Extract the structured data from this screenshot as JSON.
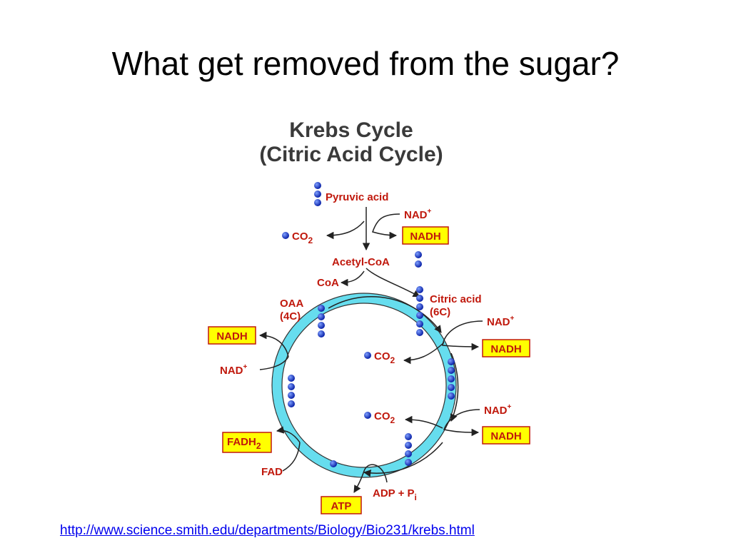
{
  "slide": {
    "title": "What get removed from the sugar?",
    "source_url": "http://www.science.smith.edu/departments/Biology/Bio231/krebs.html"
  },
  "diagram": {
    "title_line1": "Krebs Cycle",
    "title_line2": "(Citric Acid Cycle)",
    "pyruvic_acid": "Pyruvic acid",
    "acetyl_coa": "Acetyl-CoA",
    "coa": "CoA",
    "oaa_line1": "OAA",
    "oaa_line2": "(4C)",
    "citric_line1": "Citric acid",
    "citric_line2": "(6C)",
    "nad": "NAD",
    "nad_sup": "+",
    "nadh": "NADH",
    "co2_main": "CO",
    "co2_sub": "2",
    "fadh_main": "FADH",
    "fadh_sub": "2",
    "fad": "FAD",
    "atp": "ATP",
    "adp_main": "ADP + P",
    "adp_sub": "i"
  },
  "colors": {
    "label_red": "#c0180c",
    "box_yellow": "#ffff00",
    "cycle_cyan": "#66ddee",
    "carbon_blue": "#1a3fd6",
    "arrow": "#222222",
    "title_gray": "#3a3a3a"
  }
}
